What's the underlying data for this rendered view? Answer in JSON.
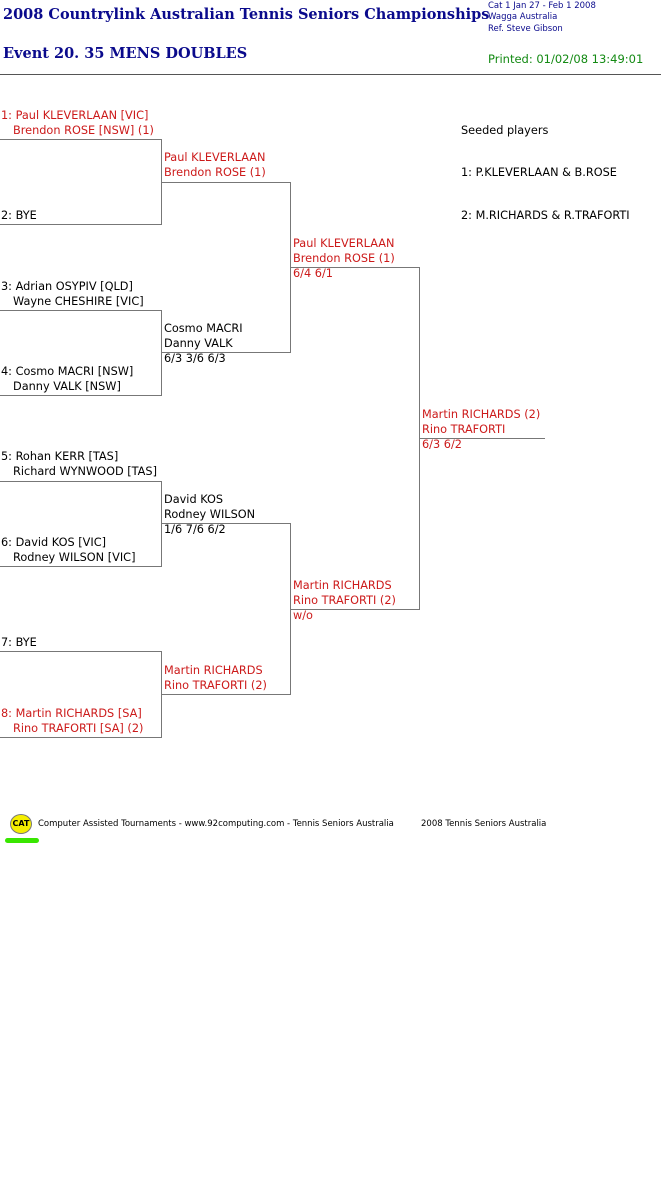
{
  "header": {
    "title": "2008 Countrylink Australian Tennis Seniors Championships",
    "event": "Event 20. 35 MENS DOUBLES",
    "cat_line": "Cat 1   Jan 27 - Feb 1 2008",
    "location_line": "Wagga   Australia",
    "ref_line": "Ref. Steve Gibson",
    "printed": "Printed: 01/02/08 13:49:01"
  },
  "round1": [
    {
      "line1": "1: Paul KLEVERLAAN [VIC]",
      "line2": "Brendon ROSE [NSW] (1)"
    },
    {
      "line1": "2: BYE",
      "line2": ""
    },
    {
      "line1": "3: Adrian OSYPIV [QLD]",
      "line2": "Wayne CHESHIRE [VIC]"
    },
    {
      "line1": "4: Cosmo MACRI [NSW]",
      "line2": "Danny VALK [NSW]"
    },
    {
      "line1": "5: Rohan KERR [TAS]",
      "line2": "Richard WYNWOOD [TAS]"
    },
    {
      "line1": "6: David KOS [VIC]",
      "line2": "Rodney WILSON [VIC]"
    },
    {
      "line1": "7: BYE",
      "line2": ""
    },
    {
      "line1": "8: Martin RICHARDS [SA]",
      "line2": "Rino TRAFORTI [SA] (2)"
    }
  ],
  "round2": [
    {
      "line1": "Paul KLEVERLAAN",
      "line2": "Brendon ROSE (1)",
      "score": ""
    },
    {
      "line1": "Cosmo MACRI",
      "line2": "Danny VALK",
      "score": "6/3 3/6 6/3"
    },
    {
      "line1": "David KOS",
      "line2": "Rodney WILSON",
      "score": "1/6 7/6 6/2"
    },
    {
      "line1": "Martin RICHARDS",
      "line2": "Rino TRAFORTI (2)",
      "score": ""
    }
  ],
  "semis": [
    {
      "line1": "Paul KLEVERLAAN",
      "line2": "Brendon ROSE (1)",
      "score": "6/4 6/1"
    },
    {
      "line1": "Martin RICHARDS",
      "line2": "Rino TRAFORTI (2)",
      "score": "w/o"
    }
  ],
  "final": {
    "line1": "Martin RICHARDS (2)",
    "line2": "Rino TRAFORTI",
    "score": "6/3 6/2"
  },
  "seeds": {
    "heading": "Seeded players",
    "items": [
      "1: P.KLEVERLAAN & B.ROSE",
      "2: M.RICHARDS & R.TRAFORTI"
    ]
  },
  "footer": {
    "logo_text": "CAT",
    "left": "Computer Assisted Tournaments - www.92computing.com -  Tennis Seniors Australia",
    "right": "2008 Tennis Seniors Australia"
  },
  "colors": {
    "title": "#0a0a8c",
    "seeded": "#cc1a1a",
    "printed": "#138a13"
  }
}
